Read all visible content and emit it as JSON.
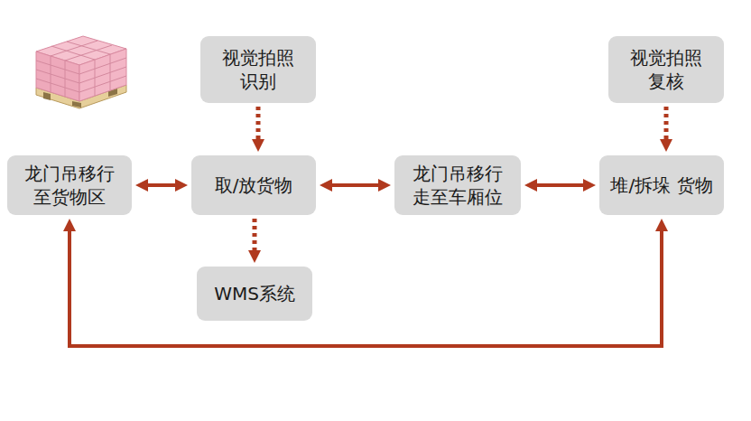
{
  "diagram": {
    "nodes": [
      {
        "text": [
          "视觉拍照 识别"
        ]
      },
      {
        "text": [
          "视觉拍照 复核"
        ]
      },
      {
        "text": [
          "龙门吊移行 至货物区"
        ]
      },
      {
        "text": [
          "取/放货物"
        ]
      },
      {
        "text": [
          "龙门吊移行 走至车厢位"
        ]
      },
      {
        "text": [
          "堆/拆垛 货物"
        ]
      },
      {
        "text": [
          "WMS系统"
        ]
      }
    ],
    "edges": [
      {
        "from": 0,
        "to": 3,
        "arrow": "to"
      },
      {
        "from": 1,
        "to": 5,
        "arrow": "to"
      },
      {
        "from": 2,
        "to": 3,
        "arrow": "both"
      },
      {
        "from": 3,
        "to": 4,
        "arrow": "both"
      },
      {
        "from": 4,
        "to": 5,
        "arrow": "both"
      },
      {
        "from": 3,
        "to": 6,
        "arrow": "to"
      },
      {
        "from": 5,
        "to": 2,
        "arrow": "both"
      }
    ]
  }
}
